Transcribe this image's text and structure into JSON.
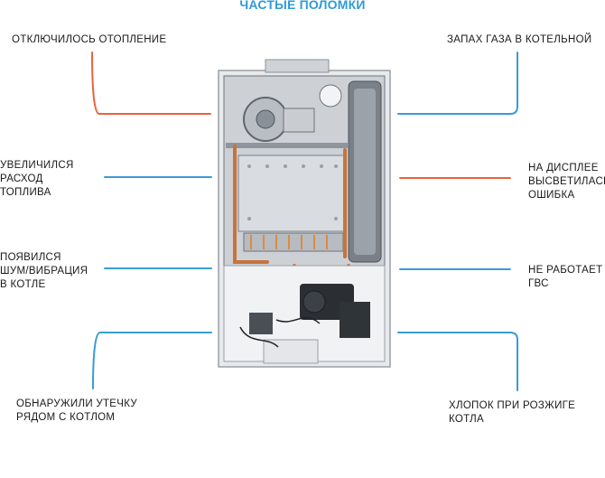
{
  "title": "ЧАСТЫЕ ПОЛОМКИ",
  "colors": {
    "orange": "#e8643a",
    "blue": "#3a9bd5",
    "title": "#2f9bd6"
  },
  "labels": {
    "heating_off": [
      "ОТКЛЮЧИЛОСЬ ОТОПЛЕНИЕ"
    ],
    "fuel_consumption": [
      "УВЕЛИЧИЛСЯ",
      "РАСХОД",
      "ТОПЛИВА"
    ],
    "noise_vibration": [
      "ПОЯВИЛСЯ",
      "ШУМ/ВИБРАЦИЯ",
      "В КОТЛЕ"
    ],
    "leak": [
      "ОБНАРУЖИЛИ УТЕЧКУ",
      "РЯДОМ С КОТЛОМ"
    ],
    "gas_smell": [
      "ЗАПАХ ГАЗА В КОТЕЛЬНОЙ"
    ],
    "display_error": [
      "НА ДИСПЛЕЕ",
      "ВЫСВЕТИЛАСЬ",
      "ОШИБКА"
    ],
    "dhw_not_working": [
      "НЕ РАБОТАЕТ",
      "ГВС"
    ],
    "ignition_pop": [
      "ХЛОПОК ПРИ РОЗЖИГЕ",
      "КОТЛА"
    ]
  },
  "image": {
    "name": "gas-boiler-photo"
  }
}
